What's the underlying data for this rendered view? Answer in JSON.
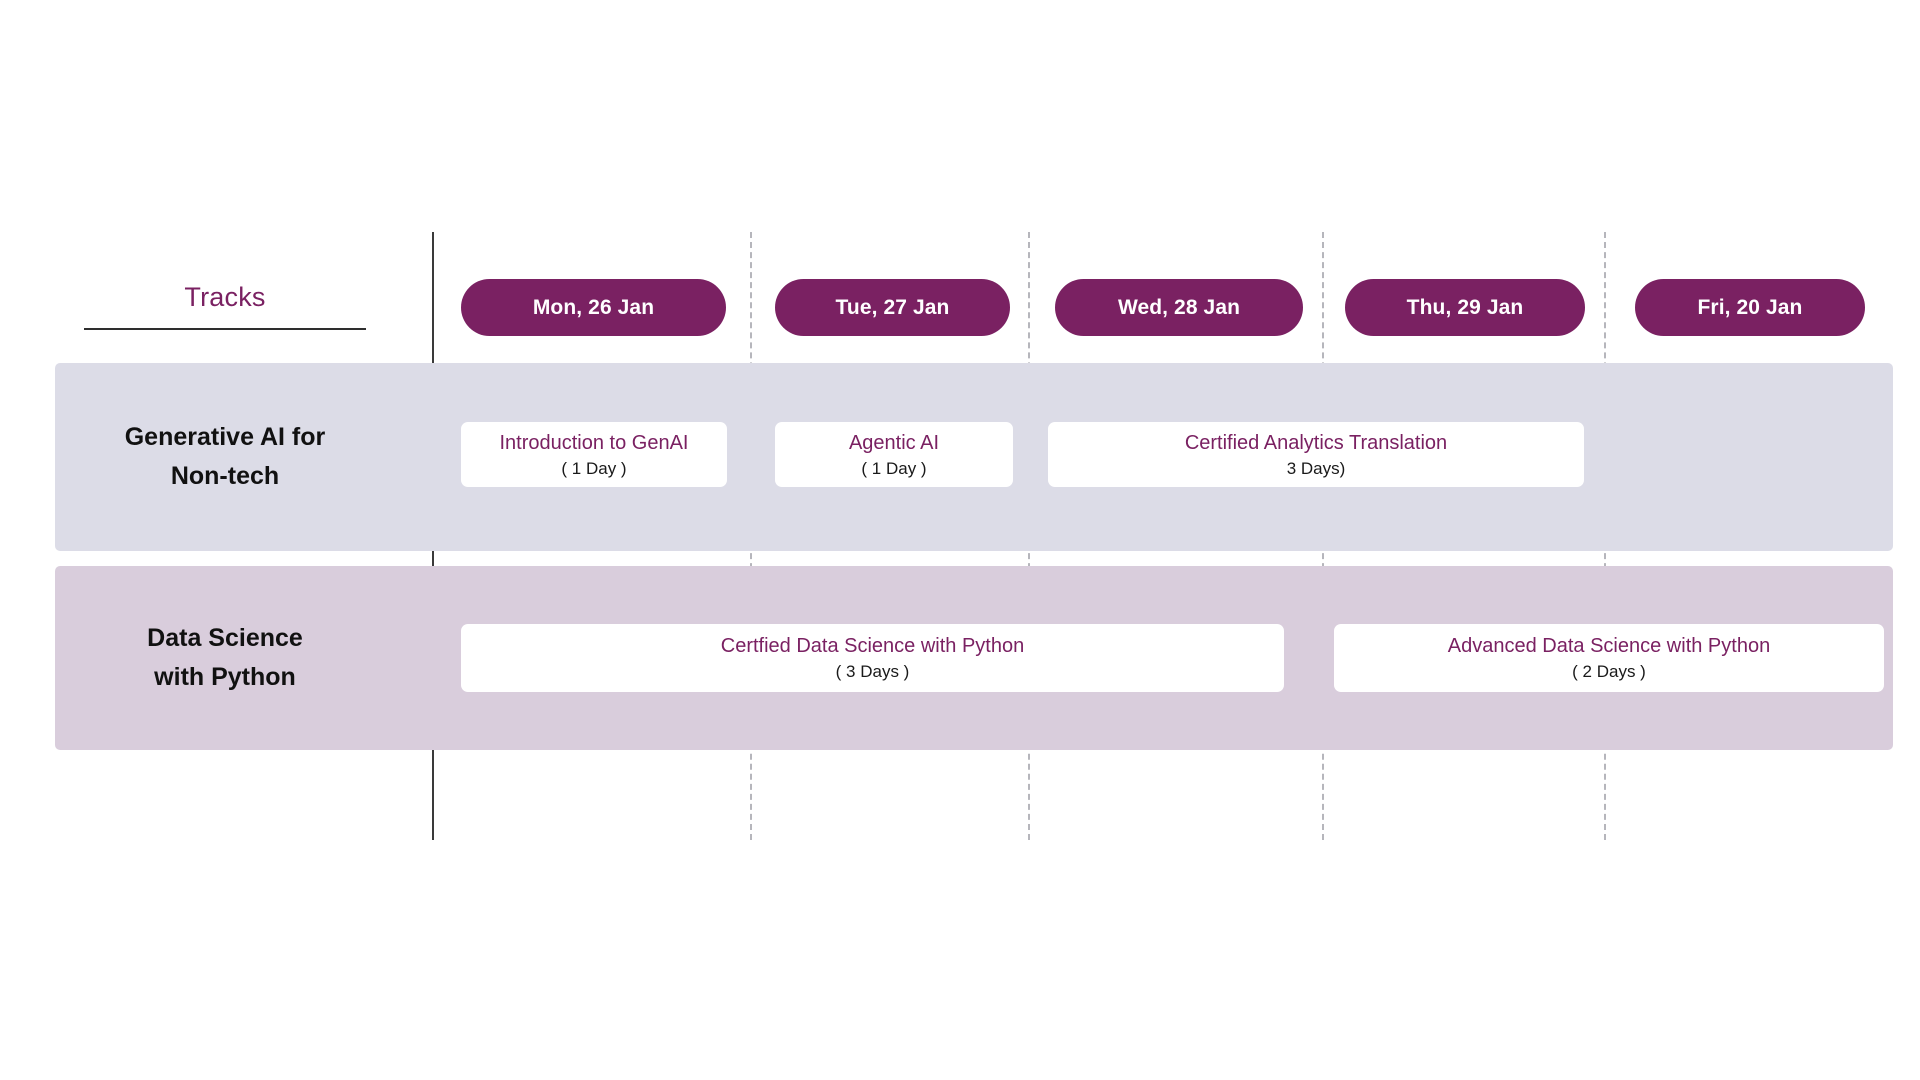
{
  "header": {
    "tracks_label": "Tracks"
  },
  "columns": [
    {
      "label": "Mon, 26 Jan"
    },
    {
      "label": "Tue, 27 Jan"
    },
    {
      "label": "Wed, 28 Jan"
    },
    {
      "label": "Thu, 29 Jan"
    },
    {
      "label": "Fri, 20 Jan"
    }
  ],
  "tracks": [
    {
      "label_line1": "Generative AI for",
      "label_line2": "Non-tech",
      "band_color": "#dcdce7",
      "courses": [
        {
          "title": "Introduction to GenAI",
          "duration": "( 1 Day )"
        },
        {
          "title": "Agentic AI",
          "duration": "( 1 Day )"
        },
        {
          "title": "Certified Analytics Translation",
          "duration": "3 Days)"
        }
      ]
    },
    {
      "label_line1": "Data Science",
      "label_line2": "with Python",
      "band_color": "#d9cddc",
      "courses": [
        {
          "title": "Certfied Data Science with Python",
          "duration": "( 3 Days )"
        },
        {
          "title": "Advanced Data Science with Python",
          "duration": "( 2 Days )"
        }
      ]
    }
  ],
  "colors": {
    "accent_purple": "#7a2162",
    "title_purple": "#7a2162",
    "row1_band": "#dcdce7",
    "row2_band": "#d9cddc",
    "axis_line": "#3a3a3a",
    "grid_dashed": "#b6b6bc",
    "card_background": "#ffffff",
    "page_background": "#ffffff"
  }
}
